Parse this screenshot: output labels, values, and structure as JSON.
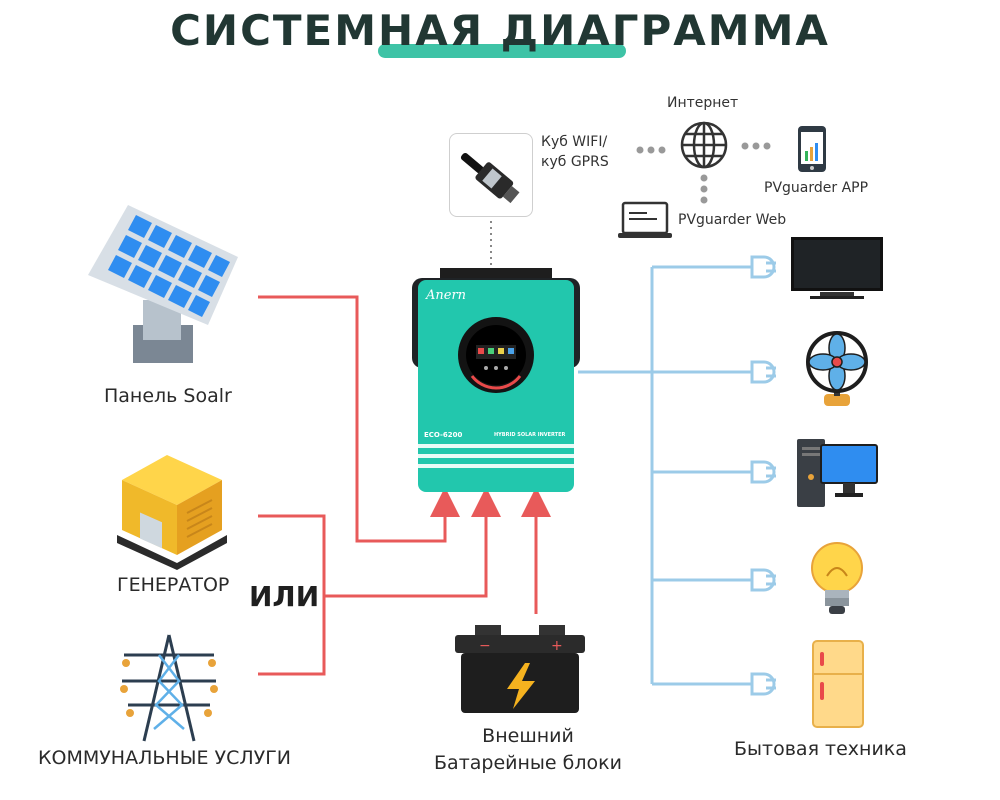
{
  "title": "СИСТЕМНАЯ ДИАГРАММА",
  "labels": {
    "solar": "Панель Soalr",
    "generator": "ГЕНЕРАТОР",
    "or": "ИЛИ",
    "utility": "КОММУНАЛЬНЫЕ УСЛУГИ",
    "battery_line1": "Внешний",
    "battery_line2": "Батарейные блоки",
    "appliances": "Бытовая техника",
    "wifi_line1": "Куб WIFI/",
    "wifi_line2": "куб GPRS",
    "internet": "Интернет",
    "app": "PVguarder APP",
    "web": "PVguarder Web"
  },
  "inverter": {
    "brand": "Anern",
    "model": "ECO-6200",
    "caption": "HYBRID SOLAR INVERTER"
  },
  "colors": {
    "input_line": "#e85a5a",
    "output_line": "#9ccbe8",
    "inverter_body": "#22c7ad",
    "title_accent": "#3ec3a6"
  },
  "icons": [
    "solar-panel-icon",
    "generator-icon",
    "power-tower-icon",
    "battery-icon",
    "inverter-icon",
    "wifi-dongle-icon",
    "globe-icon",
    "phone-icon",
    "laptop-icon",
    "tv-icon",
    "fan-icon",
    "computer-icon",
    "bulb-icon",
    "fridge-icon",
    "plug-icon"
  ]
}
